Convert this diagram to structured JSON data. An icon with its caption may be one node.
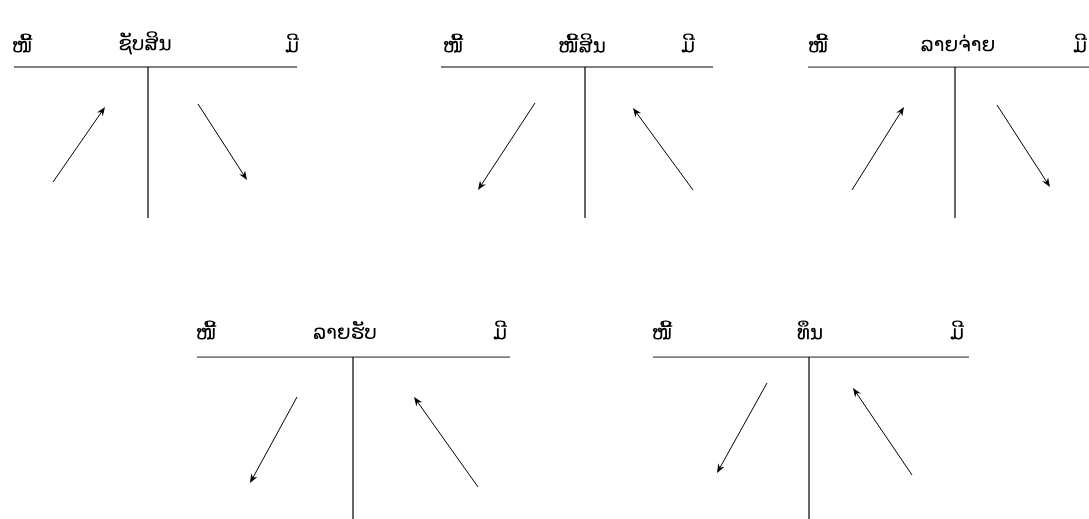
{
  "diagram": {
    "labels": [
      "ໜີ້",
      "ຊັບສິນ",
      "ມີ",
      "ໜີ້",
      "ໜີ້ສິນ",
      "ມີ",
      "ໜີ້",
      "ລາຍຈ່າຍ",
      "ມີ",
      "ໜີ້",
      "ລາຍຮັບ",
      "ມີ",
      "ໜີ້",
      "ທຶນ",
      "ມີ"
    ]
  }
}
